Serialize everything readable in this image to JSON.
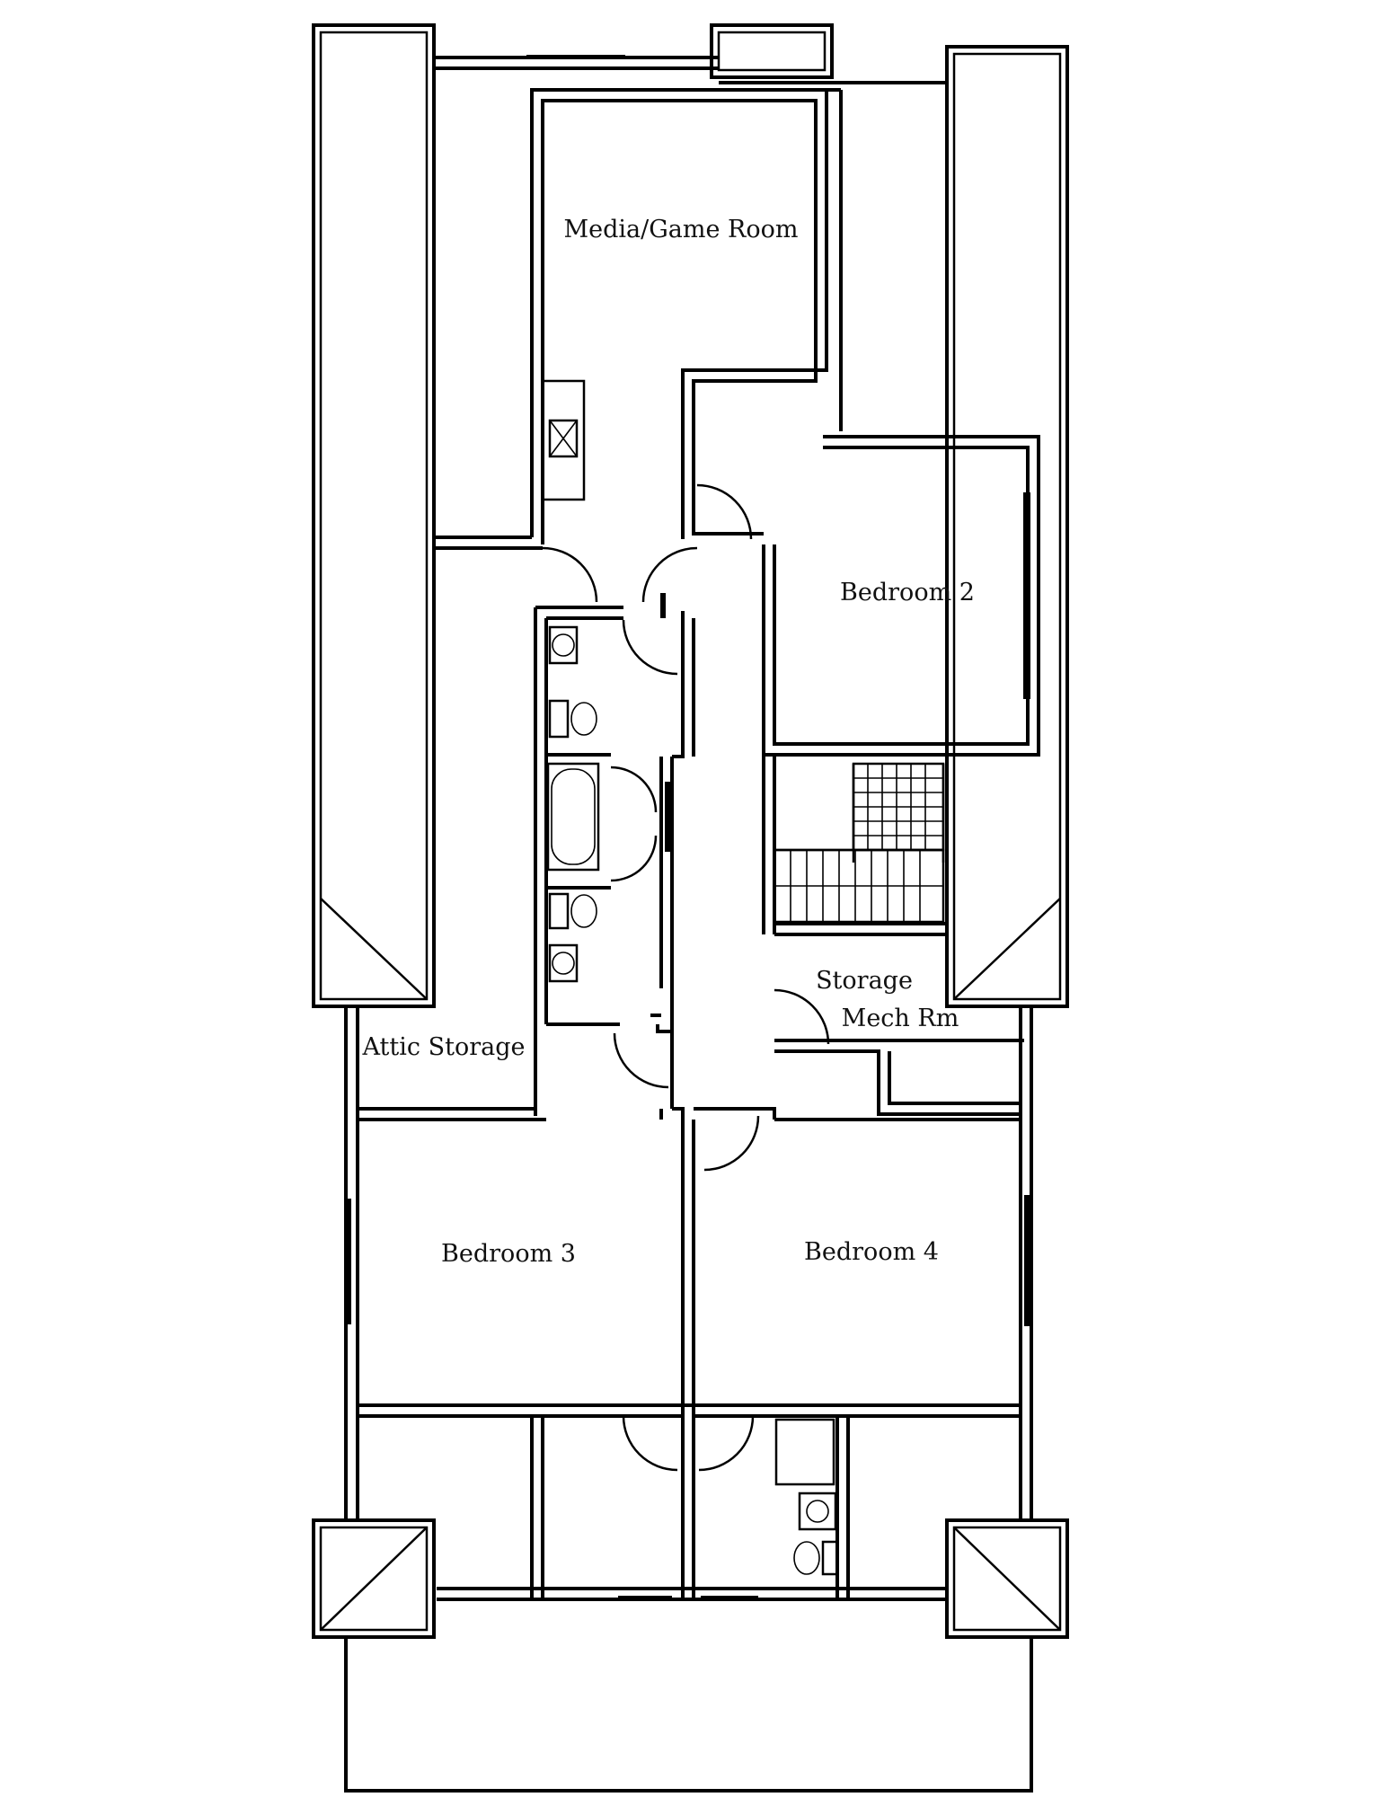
{
  "rooms": {
    "media_game_room": "Media/Game Room",
    "bedroom_2": "Bedroom 2",
    "storage": "Storage",
    "mech_rm": "Mech Rm",
    "attic_storage": "Attic Storage",
    "bedroom_3": "Bedroom 3",
    "bedroom_4": "Bedroom 4"
  }
}
